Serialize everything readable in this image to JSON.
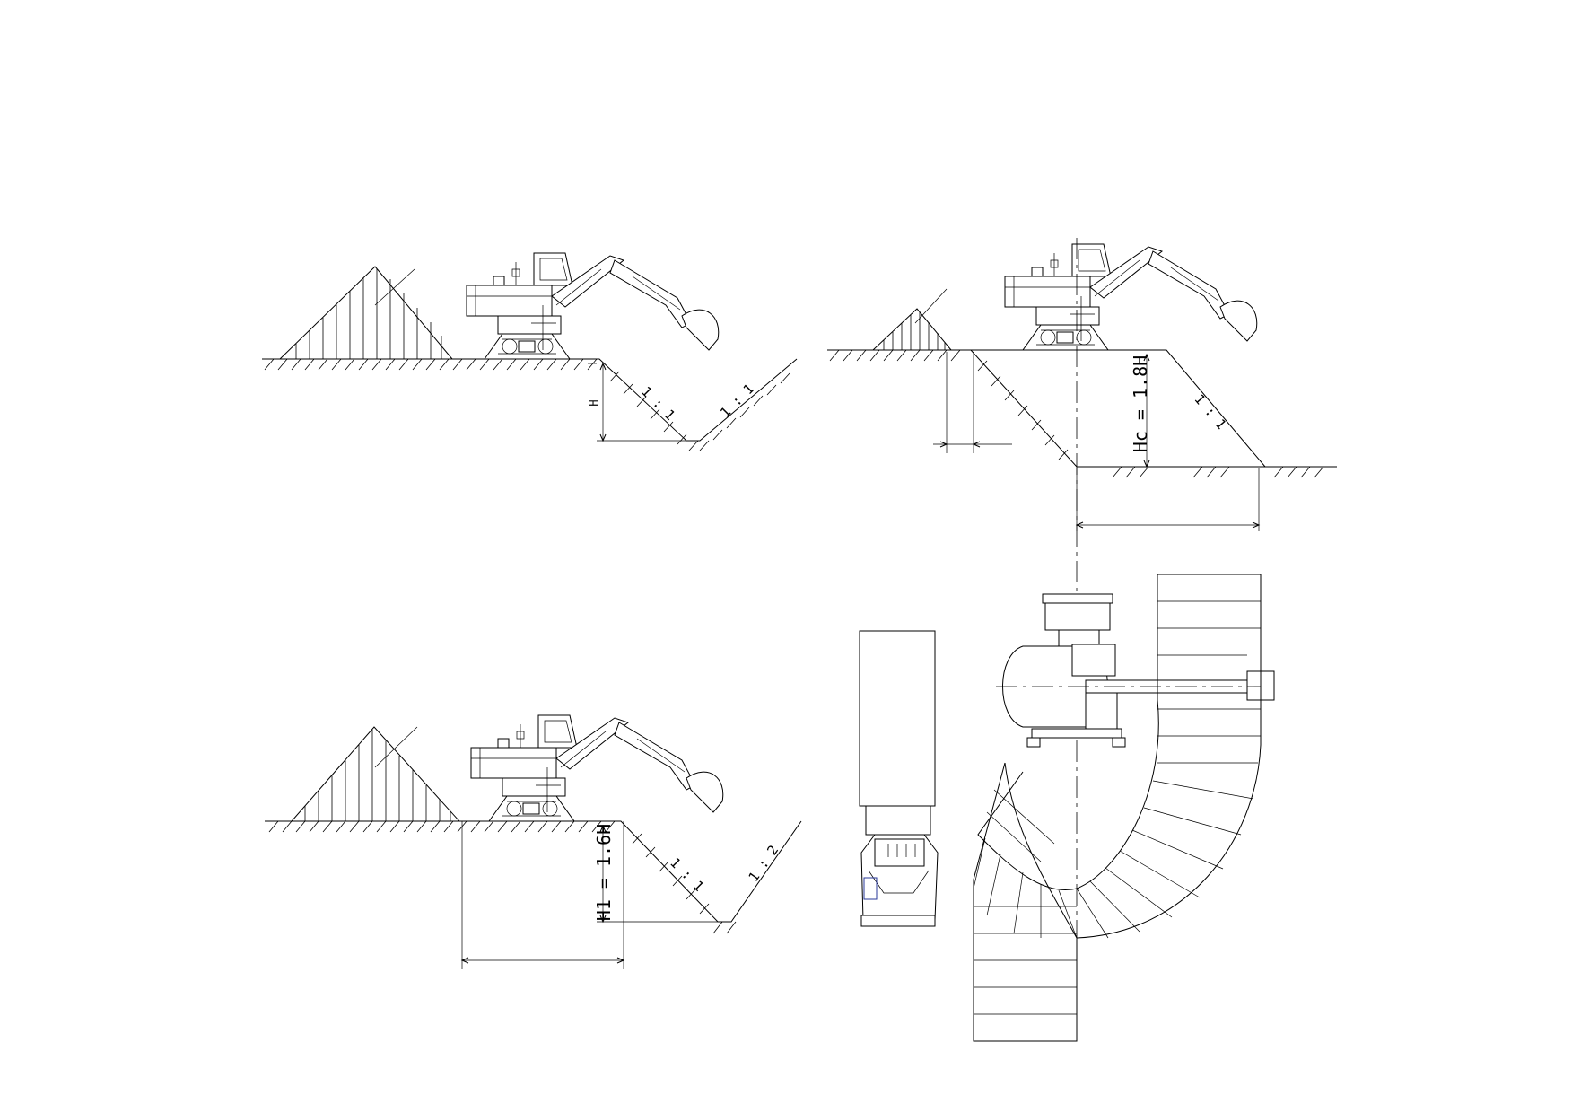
{
  "labels": {
    "panel_a": {
      "depth": "H",
      "slope_inner": "1 : 1",
      "slope_outer": "1 : 1"
    },
    "panel_b": {
      "depth": "Hc = 1.8H",
      "slope": "1 : 1"
    },
    "panel_c": {
      "depth": "H1 = 1.6H",
      "slope_inner": "1 : 1",
      "slope_outer": "1 : 2"
    }
  }
}
